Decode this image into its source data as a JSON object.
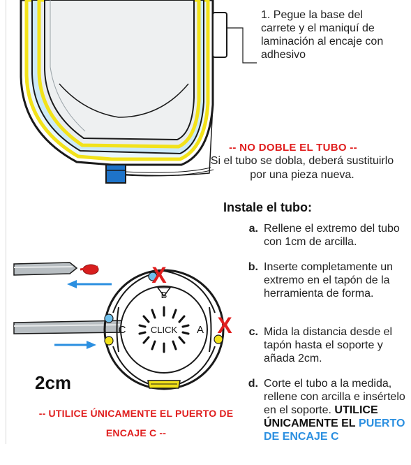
{
  "step1_text": "1. Pegue la base del carrete y el maniquí de laminación al encaje con adhesivo",
  "warning": {
    "title": "-- NO DOBLE EL TUBO  --",
    "line1": "Si el tubo se dobla, deberá sustituirlo",
    "line2": "por una pieza nueva."
  },
  "install": {
    "title": "Instale el tubo:",
    "steps": [
      {
        "key": "a.",
        "text": "Rellene el extremo del tubo con 1cm de arcilla."
      },
      {
        "key": "b.",
        "text": "Inserte completamente un extremo en el tapón de la herramienta de forma."
      },
      {
        "key": "c.",
        "text": "Mida la distancia desde el tapón hasta el soporte y añada 2cm."
      },
      {
        "key": "d.",
        "text": "Corte el tubo a la medida, rellene con arcilla e insértelo en el soporte.",
        "bold": "UTILICE ÚNICAMENTE EL",
        "blue": "PUERTO DE ENCAJE C"
      }
    ]
  },
  "diagram": {
    "port_a": "A",
    "port_b": "B",
    "port_c": "C",
    "click_label": "CLICK",
    "blocked_mark": "X",
    "length_label": "2cm"
  },
  "bottom_warning": "-- UTILICE ÚNICAMENTE EL PUERTO DE ENCAJE C  --",
  "colors": {
    "warning_red": "#e01e1e",
    "accent_blue": "#2b8fe0",
    "port_yellow": "#f2e21a",
    "port_blue": "#6fc0ec",
    "tube_blue": "#1e73c8"
  }
}
